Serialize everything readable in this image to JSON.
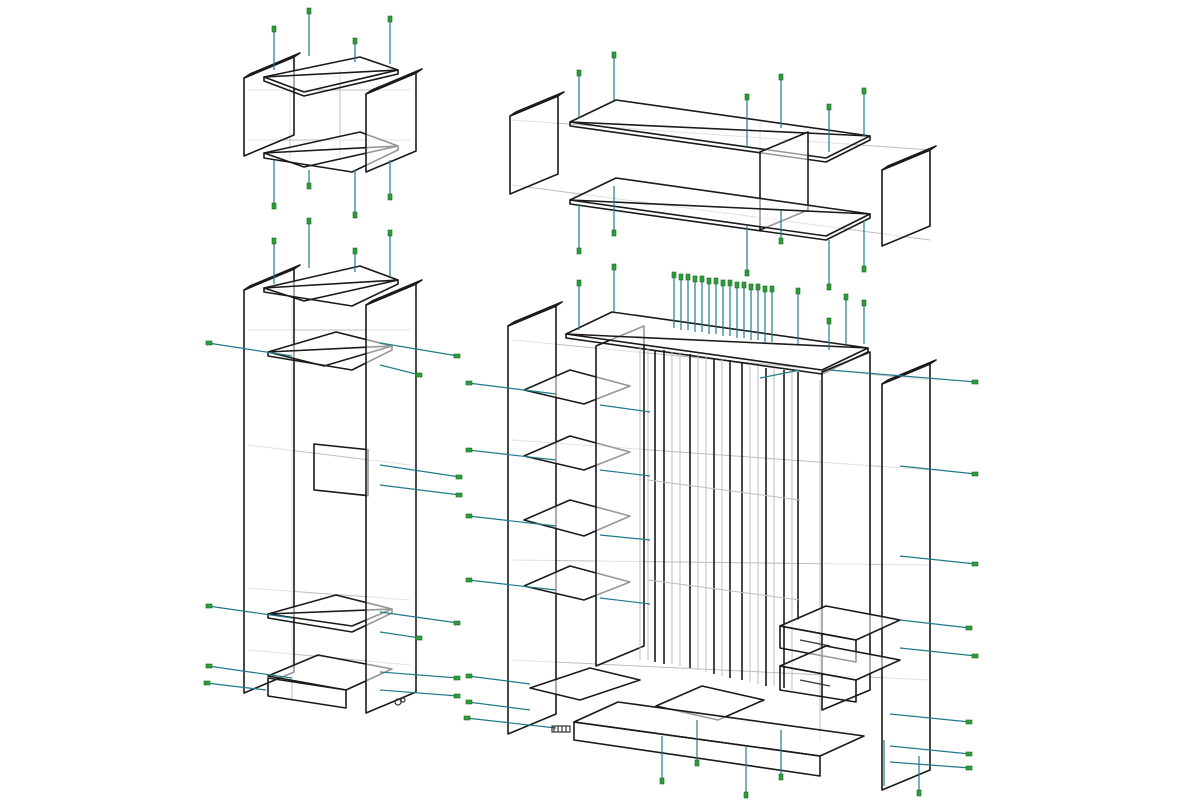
{
  "drawing": {
    "colors": {
      "outline": "#1a1a1a",
      "ghost_lines": "#bdbdbd",
      "fastener_axis": "#1f7a8c",
      "fastener_head": "#2e9d3a",
      "background": "#ffffff"
    },
    "assemblies": [
      {
        "id": "small-top-box",
        "panels": 4
      },
      {
        "id": "tall-narrow-cabinet",
        "panels": 8
      },
      {
        "id": "wide-top-box",
        "panels": 5
      },
      {
        "id": "wide-wardrobe",
        "panels": 20
      }
    ]
  }
}
